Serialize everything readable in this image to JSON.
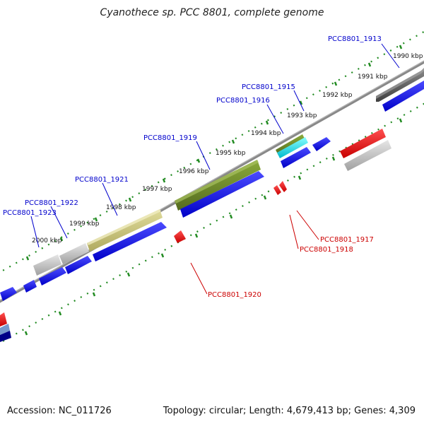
{
  "title": "Cyanothece sp. PCC 8801, complete genome",
  "footer": {
    "accession": "Accession: NC_011726",
    "summary": "Topology: circular; Length: 4,679,413 bp; Genes: 4,309"
  },
  "colors": {
    "forward_label": "#0000cc",
    "reverse_label": "#cc0000",
    "cds": "#0000ee",
    "cds_rev": "#ff0000",
    "backbone": "#808080",
    "tick": "#228b22"
  },
  "ticks": [
    {
      "label": "1990 kbp"
    },
    {
      "label": "1991 kbp"
    },
    {
      "label": "1992 kbp"
    },
    {
      "label": "1993 kbp"
    },
    {
      "label": "1994 kbp"
    },
    {
      "label": "1995 kbp"
    },
    {
      "label": "1996 kbp"
    },
    {
      "label": "1997 kbp"
    },
    {
      "label": "1998 kbp"
    },
    {
      "label": "1999 kbp"
    },
    {
      "label": "2000 kbp"
    }
  ],
  "gene_labels": [
    {
      "name": "PCC8801_1913",
      "strand": "forward"
    },
    {
      "name": "PCC8801_1915",
      "strand": "forward"
    },
    {
      "name": "PCC8801_1916",
      "strand": "forward"
    },
    {
      "name": "PCC8801_1919",
      "strand": "forward"
    },
    {
      "name": "PCC8801_1921",
      "strand": "forward"
    },
    {
      "name": "PCC8801_1922",
      "strand": "forward"
    },
    {
      "name": "PCC8801_1923",
      "strand": "forward"
    },
    {
      "name": "PCC8801_1917",
      "strand": "reverse"
    },
    {
      "name": "PCC8801_1918",
      "strand": "reverse"
    },
    {
      "name": "PCC8801_1920",
      "strand": "reverse"
    }
  ]
}
